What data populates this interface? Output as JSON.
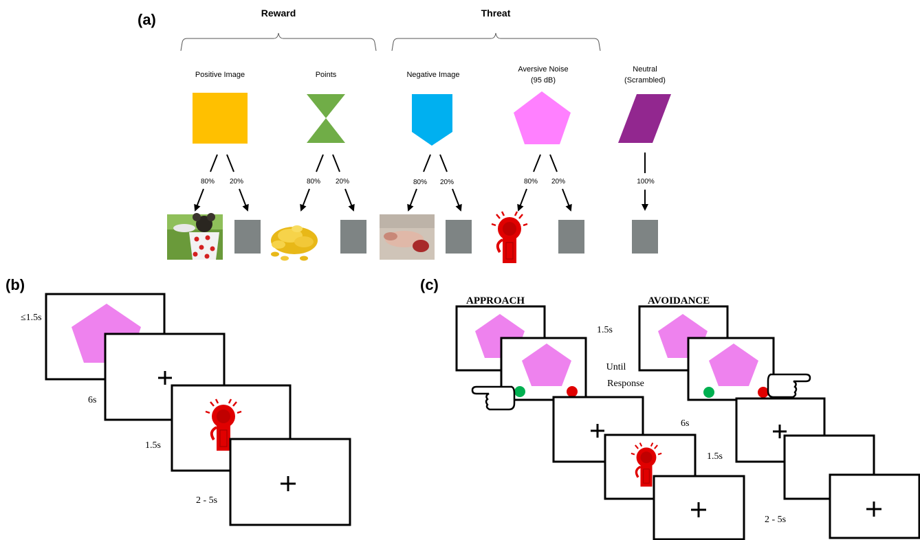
{
  "panel_a": {
    "label": "(a)",
    "groups": {
      "reward": "Reward",
      "threat": "Threat"
    },
    "cues": [
      {
        "name": "Positive Image",
        "shape": "square",
        "color": "#FFC000",
        "probs": [
          "80%",
          "20%"
        ],
        "outcome_main": "puppy-photo"
      },
      {
        "name": "Points",
        "shape": "hourglass",
        "color": "#70AD47",
        "probs": [
          "80%",
          "20%"
        ],
        "outcome_main": "gold-coins"
      },
      {
        "name": "Negative Image",
        "shape": "shield",
        "color": "#00B0F0",
        "probs": [
          "80%",
          "20%"
        ],
        "outcome_main": "negative-photo"
      },
      {
        "name": "Aversive Noise",
        "name2": "(95 dB)",
        "shape": "pentagon",
        "color": "#FF80FF",
        "probs": [
          "80%",
          "20%"
        ],
        "outcome_main": "alarm-bell"
      },
      {
        "name": "Neutral",
        "name2": "(Scrambled)",
        "shape": "parallelogram",
        "color": "#92278F",
        "probs": [
          "100%"
        ]
      }
    ],
    "scrambled_color": "#7E8484"
  },
  "panel_b": {
    "label": "(b)",
    "durations": [
      "≤1.5s",
      "6s",
      "1.5s",
      "2 - 5s"
    ]
  },
  "panel_c": {
    "label": "(c)",
    "approach_title": "APPROACH",
    "avoidance_title": "AVOIDANCE",
    "times": {
      "t1": "1.5s",
      "until1": "Until",
      "until2": "Response",
      "t3": "6s",
      "t4": "1.5s",
      "t5": "2 - 5s"
    }
  },
  "colors": {
    "pentagon": "#EE82EE",
    "alarm_red": "#E00000",
    "go_green": "#00B050",
    "go_red": "#E00000"
  }
}
